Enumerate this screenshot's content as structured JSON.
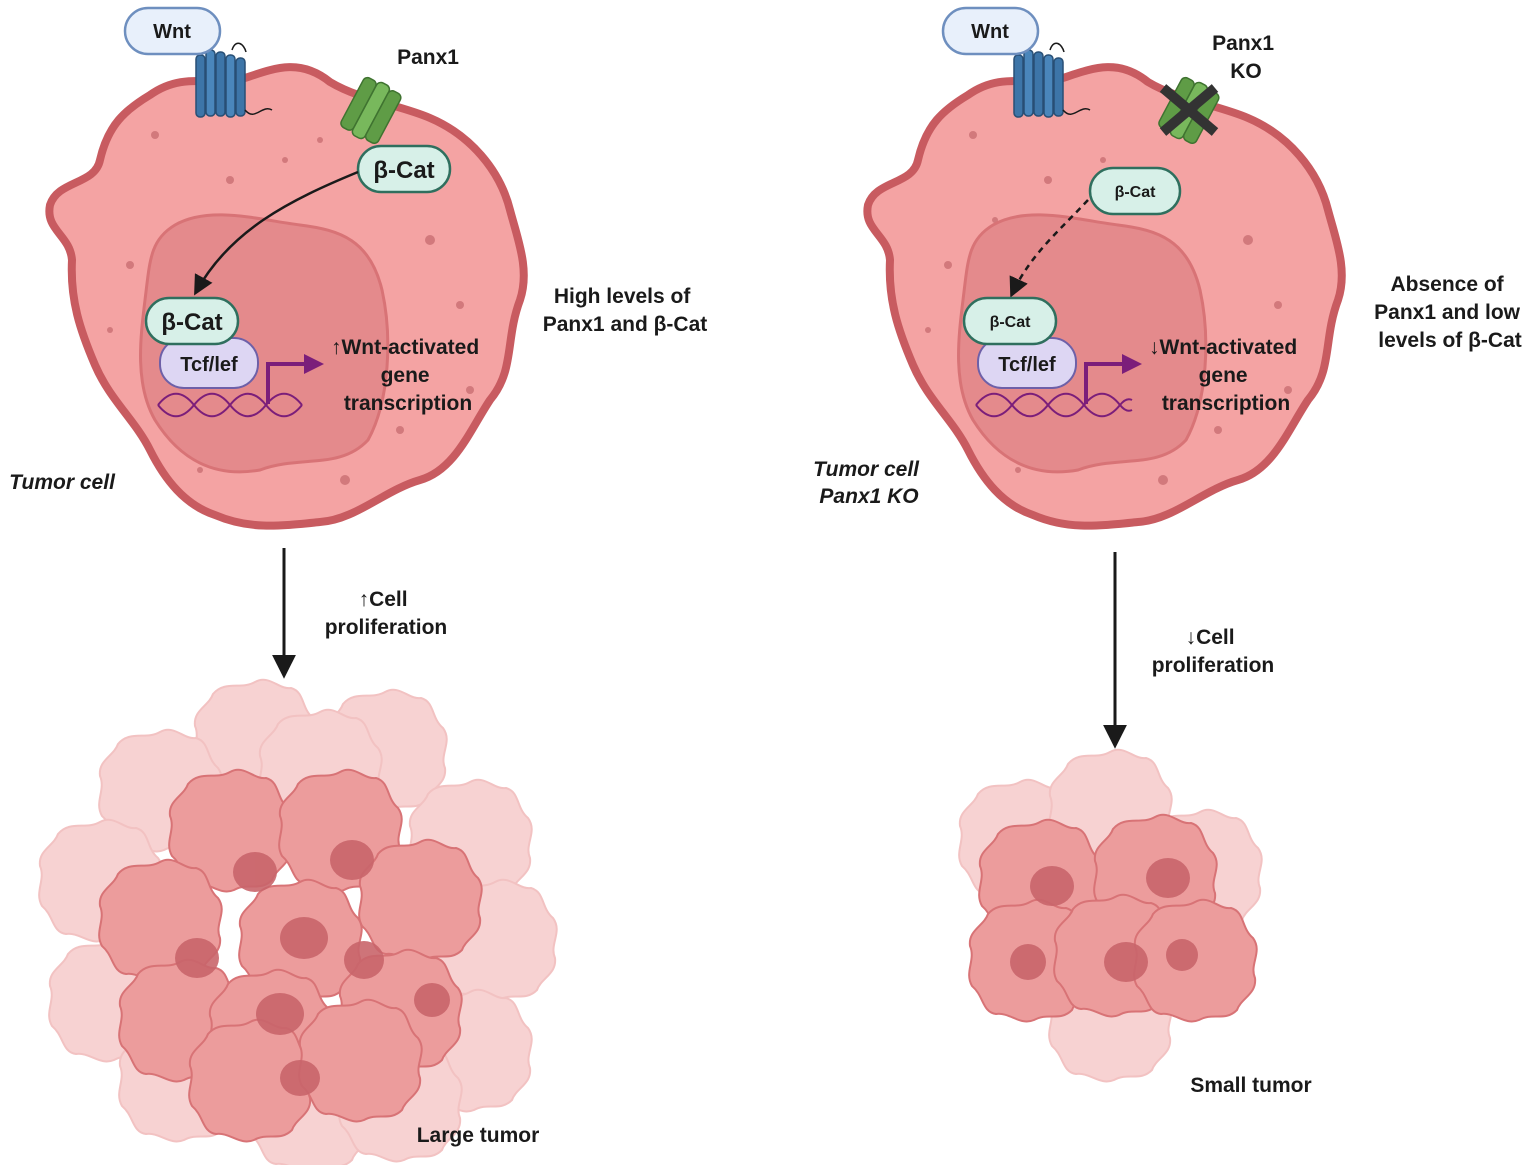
{
  "left": {
    "wnt": "Wnt",
    "panx1": "Panx1",
    "bcat_cyto": "β-Cat",
    "bcat_nuc": "β-Cat",
    "tcf": "Tcf/lef",
    "gene": [
      "↑Wnt-activated",
      "gene",
      "transcription"
    ],
    "levels": [
      "High levels of",
      "Panx1 and β-Cat"
    ],
    "cell_label": "Tumor cell",
    "prolif": [
      "↑Cell",
      "proliferation"
    ],
    "tumor": "Large tumor"
  },
  "right": {
    "wnt": "Wnt",
    "panx1": [
      "Panx1",
      "KO"
    ],
    "bcat_cyto": "β-Cat",
    "bcat_nuc": "β-Cat",
    "tcf": "Tcf/lef",
    "gene": [
      "↓Wnt-activated",
      "gene",
      "transcription"
    ],
    "levels": [
      "Absence of",
      "Panx1 and low",
      "levels of β-Cat"
    ],
    "cell_label": [
      "Tumor cell",
      "Panx1 KO"
    ],
    "prolif": [
      "↓Cell",
      "proliferation"
    ],
    "tumor": "Small tumor"
  },
  "colors": {
    "cell_fill": "#f4a3a3",
    "cell_edge": "#c85b60",
    "nucleus": "#e48a8c",
    "bcat_fill": "#d7f0e8",
    "bcat_edge": "#2f6f5e",
    "tcf_fill": "#ddd6f3",
    "tcf_edge": "#6e60a8",
    "dna": "#7b1e7a",
    "receptor": "#3d75a8",
    "channel": "#6aa84f",
    "wnt_fill": "#e8f0fb",
    "wnt_edge": "#6e8fbf"
  }
}
